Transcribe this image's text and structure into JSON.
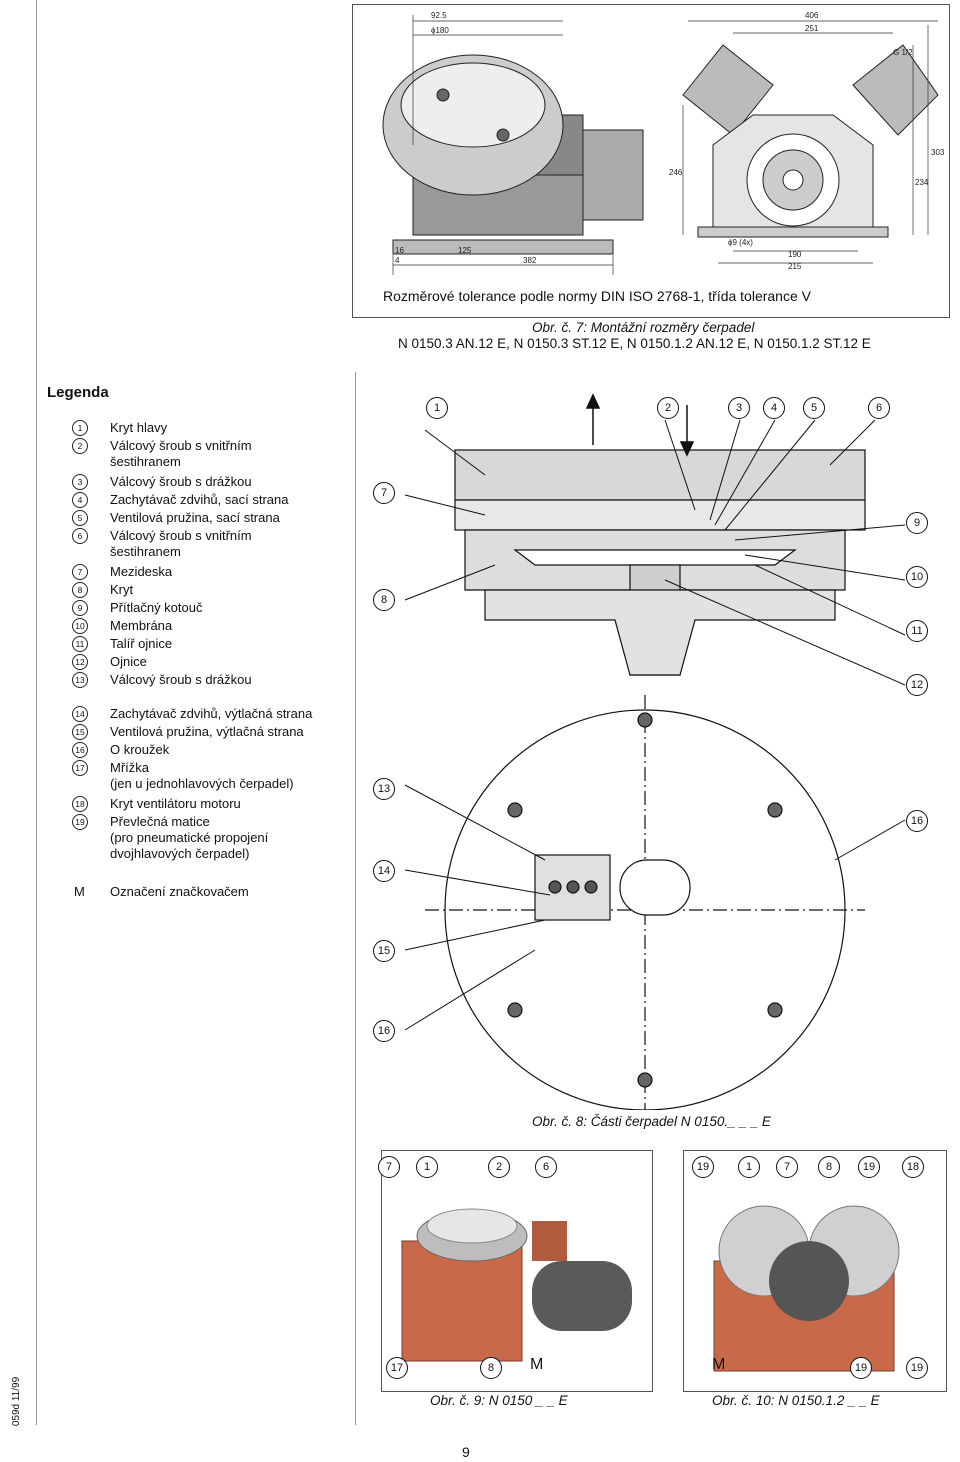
{
  "fig7": {
    "tolerance_note": "Rozměrové tolerance podle normy DIN ISO 2768-1, třída tolerance V",
    "caption_line1": "Obr. č. 7: Montážní rozměry čerpadel",
    "caption_line2": "N 0150.3 AN.12 E, N 0150.3 ST.12 E, N 0150.1.2 AN.12 E, N 0150.1.2 ST.12 E",
    "dims": [
      "92.5",
      "ϕ180",
      "406",
      "251",
      "G 1/2",
      "303",
      "246",
      "234",
      "ϕ9 (4x)",
      "190",
      "215",
      "16",
      "4",
      "125",
      "382"
    ]
  },
  "legend": {
    "title": "Legenda",
    "items": [
      {
        "num": "1",
        "lines": [
          "Kryt hlavy"
        ]
      },
      {
        "num": "2",
        "lines": [
          "Válcový šroub s vnitřním",
          "šestihranem"
        ]
      },
      {
        "num": "3",
        "lines": [
          "Válcový šroub s drážkou"
        ]
      },
      {
        "num": "4",
        "lines": [
          "Zachytávač zdvihů, sací strana"
        ]
      },
      {
        "num": "5",
        "lines": [
          "Ventilová pružina, sací strana"
        ]
      },
      {
        "num": "6",
        "lines": [
          "Válcový šroub s vnitřním",
          "šestihranem"
        ]
      },
      {
        "num": "7",
        "lines": [
          "Mezideska"
        ]
      },
      {
        "num": "8",
        "lines": [
          "Kryt"
        ]
      },
      {
        "num": "9",
        "lines": [
          "Přítlačný kotouč"
        ]
      },
      {
        "num": "10",
        "lines": [
          "Membrána"
        ]
      },
      {
        "num": "11",
        "lines": [
          "Talíř ojnice"
        ]
      },
      {
        "num": "12",
        "lines": [
          "Ojnice"
        ]
      },
      {
        "num": "13",
        "lines": [
          "Válcový šroub s drážkou"
        ]
      },
      {
        "num": "14",
        "lines": [
          "Zachytávač zdvihů, výtlačná strana"
        ]
      },
      {
        "num": "15",
        "lines": [
          "Ventilová pružina, výtlačná strana"
        ]
      },
      {
        "num": "16",
        "lines": [
          "O kroužek"
        ]
      },
      {
        "num": "17",
        "lines": [
          "Mřížka",
          "(jen u jednohlavových čerpadel)"
        ]
      },
      {
        "num": "18",
        "lines": [
          "Kryt ventilátoru motoru"
        ]
      },
      {
        "num": "19",
        "lines": [
          "Převlečná matice",
          "(pro pneumatické propojení",
          "dvojhlavových čerpadel)"
        ]
      },
      {
        "num": "M",
        "lines": [
          "Označení značkovačem"
        ]
      }
    ]
  },
  "fig8": {
    "caption": "Obr. č. 8: Části čerpadel N 0150._ _ _ E",
    "callouts_top": [
      "1",
      "2",
      "3",
      "4",
      "5",
      "6"
    ],
    "callouts_left": [
      "7",
      "8",
      "13",
      "14",
      "15",
      "16"
    ],
    "callouts_right": [
      "9",
      "10",
      "11",
      "12",
      "16"
    ]
  },
  "fig9": {
    "caption": "Obr. č. 9: N 0150 _ _ E",
    "callouts_top": [
      "7",
      "1",
      "2",
      "6"
    ],
    "callouts_bottom": [
      "17",
      "8",
      "M"
    ]
  },
  "fig10": {
    "caption": "Obr. č. 10: N 0150.1.2 _ _ E",
    "callouts_top": [
      "19",
      "1",
      "7",
      "8",
      "19",
      "18"
    ],
    "callouts_bottom": [
      "M",
      "19",
      "19"
    ]
  },
  "page_number": "9",
  "doc_code": "059d 11/99"
}
